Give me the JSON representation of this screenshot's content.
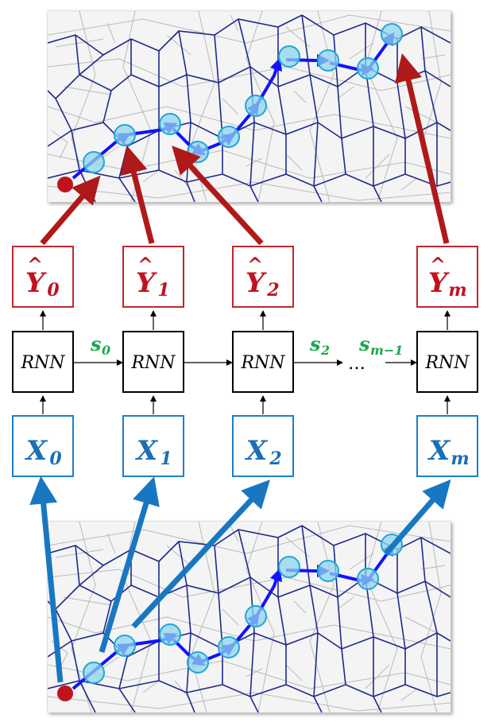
{
  "outputs": [
    {
      "main": "Y",
      "hat": "^",
      "sub": "0"
    },
    {
      "main": "Y",
      "hat": "^",
      "sub": "1"
    },
    {
      "main": "Y",
      "hat": "^",
      "sub": "2"
    },
    {
      "main": "Y",
      "hat": "^",
      "sub": "m"
    }
  ],
  "rnn": [
    "RNN",
    "RNN",
    "RNN",
    "RNN"
  ],
  "inputs": [
    {
      "main": "X",
      "sub": "0"
    },
    {
      "main": "X",
      "sub": "1"
    },
    {
      "main": "X",
      "sub": "2"
    },
    {
      "main": "X",
      "sub": "m"
    }
  ],
  "states": [
    {
      "main": "s",
      "sub": "0"
    },
    {
      "main": "s",
      "sub": "2"
    },
    {
      "main": "s",
      "sub": "m−1"
    }
  ],
  "ellipsis": "…",
  "colors": {
    "output": "#c0272d",
    "input": "#1c7fc8",
    "state": "#1aa84a",
    "trajectory": "#1212ff",
    "voronoi": "#1f2a8c"
  }
}
